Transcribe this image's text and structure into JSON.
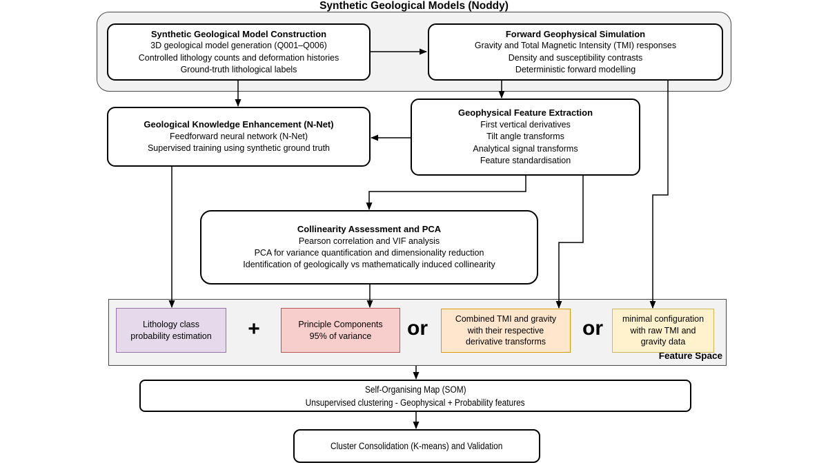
{
  "title": "Synthetic Geological Models (Noddy)",
  "colors": {
    "container_fill": "#F2F2F2",
    "container_border": "#474747",
    "node_border": "#000000",
    "arrow": "#000000"
  },
  "nodes": {
    "construction": {
      "title": "Synthetic Geological Model Construction",
      "lines": [
        "3D geological model generation (Q001–Q006)",
        "Controlled lithology counts and deformation histories",
        "Ground-truth lithological labels"
      ]
    },
    "simulation": {
      "title": "Forward Geophysical Simulation",
      "lines": [
        "Gravity and Total Magnetic Intensity (TMI) responses",
        "Density and susceptibility contrasts",
        "Deterministic forward modelling"
      ]
    },
    "knowledge": {
      "title": "Geological Knowledge Enhancement (N-Net)",
      "lines": [
        "Feedforward neural network (N-Net)",
        "Supervised training using synthetic ground truth"
      ]
    },
    "extraction": {
      "title": "Geophysical Feature Extraction",
      "lines": [
        "First vertical derivatives",
        "Tilt angle transforms",
        "Analytical signal transforms",
        "Feature standardisation"
      ]
    },
    "collinearity": {
      "title": "Collinearity Assessment and PCA",
      "lines": [
        "Pearson correlation and VIF analysis",
        "PCA for variance quantification and dimensionality reduction",
        "Identification of geologically vs mathematically induced collinearity"
      ]
    },
    "som": {
      "lines": [
        "Self-Organising Map (SOM)",
        "Unsupervised clustering - Geophysical + Probability features"
      ]
    },
    "cluster": {
      "title": "Cluster Consolidation (K-means) and Validation"
    }
  },
  "feature_space": {
    "label": "Feature Space",
    "operators": [
      "+",
      "or",
      "or"
    ],
    "options": [
      {
        "lines": [
          "Lithology class",
          "probability estimation"
        ],
        "fill": "#E6D9EC",
        "border": "#9673A6"
      },
      {
        "lines": [
          "Principle Components",
          "95% of variance"
        ],
        "fill": "#F8CECC",
        "border": "#B85450"
      },
      {
        "lines": [
          "Combined TMI and gravity",
          "with their respective",
          "derivative transforms"
        ],
        "fill": "#FFE6CC",
        "border": "#D79B00"
      },
      {
        "lines": [
          "minimal configuration",
          "with raw TMI and",
          "gravity data"
        ],
        "fill": "#FFF2CC",
        "border": "#D6B656"
      }
    ]
  }
}
